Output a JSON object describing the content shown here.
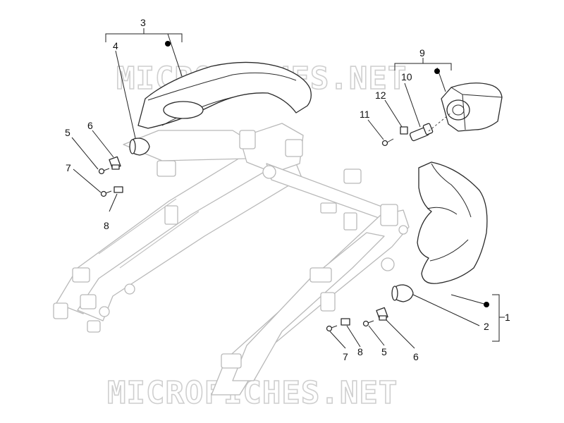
{
  "watermark": "MICROFICHES.NET",
  "callouts": {
    "c1": "1",
    "c2": "2",
    "c3": "3",
    "c4": "4",
    "c5a": "5",
    "c6a": "6",
    "c7a": "7",
    "c8a": "8",
    "c9": "9",
    "c10": "10",
    "c11": "11",
    "c12": "12",
    "c7b": "7",
    "c8b": "8",
    "c5b": "5",
    "c6b": "6"
  },
  "colors": {
    "frame": "#b9b9b9",
    "parts": "#2a2a2a",
    "watermark": "#cfcfcf"
  }
}
